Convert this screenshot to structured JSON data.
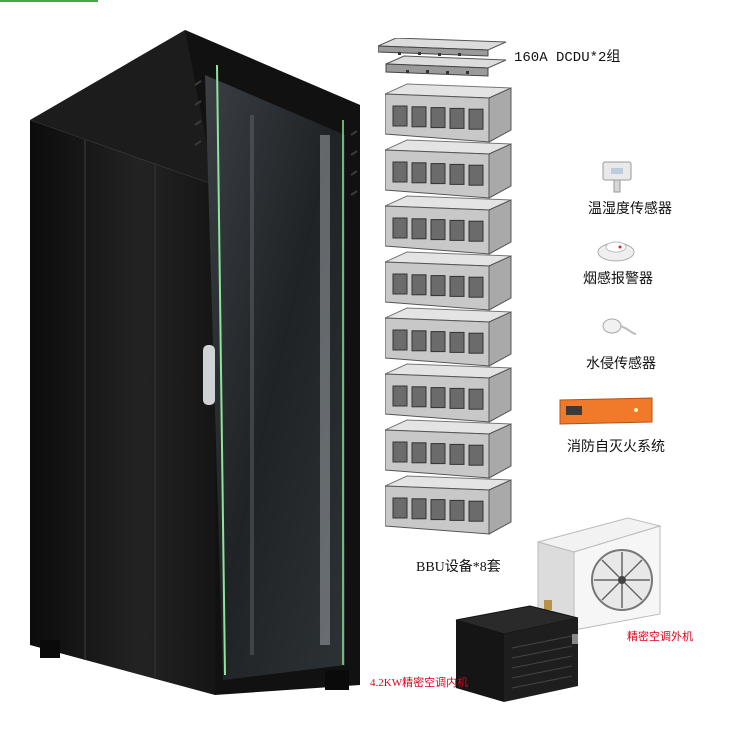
{
  "labels": {
    "dcdu": "160A DCDU*2组",
    "temp_humidity_sensor": "温湿度传感器",
    "smoke_alarm": "烟感报警器",
    "water_leak_sensor": "水侵传感器",
    "fire_suppression": "消防自灭火系统",
    "bbu": "BBU设备*8套",
    "outdoor_unit": "精密空调外机",
    "indoor_unit": "4.2KW精密空调内机"
  },
  "colors": {
    "cabinet": "#151515",
    "glass": "#2b2f33",
    "accent_green": "#3fae3f",
    "label_red": "#e0001a",
    "fire_panel": "#f07a2a"
  },
  "icons": {
    "cabinet": "server-rack-icon",
    "dcdu": "power-distribution-unit-icon",
    "bbu": "baseband-unit-icon",
    "temp": "temperature-humidity-sensor-icon",
    "smoke": "smoke-detector-icon",
    "water": "water-leak-sensor-icon",
    "fire": "fire-suppression-panel-icon",
    "outdoor": "ac-outdoor-unit-icon",
    "indoor": "ac-indoor-unit-icon"
  }
}
